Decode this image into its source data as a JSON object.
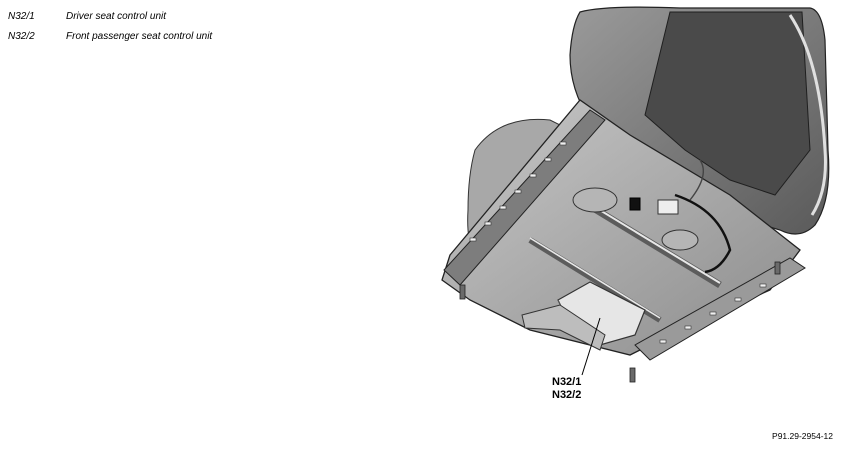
{
  "legend": [
    {
      "code": "N32/1",
      "description": "Driver seat control unit"
    },
    {
      "code": "N32/2",
      "description": "Front passenger seat control unit"
    }
  ],
  "callout": {
    "line1": "N32/1",
    "line2": "N32/2"
  },
  "figure_id": "P91.29-2954-12",
  "colors": {
    "line": "#000000",
    "seat_dark": "#3a3a3a",
    "seat_mid": "#8a8a8a",
    "seat_light": "#d6d6d6",
    "module": "#e8e8e8"
  }
}
